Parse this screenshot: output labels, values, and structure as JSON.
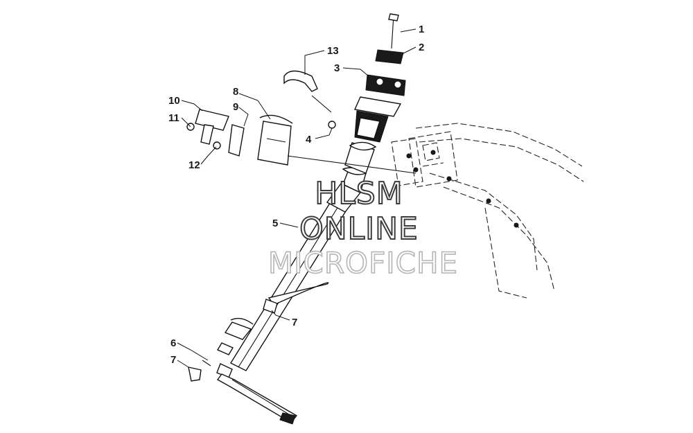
{
  "callouts": {
    "c1": "1",
    "c2": "2",
    "c3": "3",
    "c4": "4",
    "c5": "5",
    "c6": "6",
    "c7a": "7",
    "c7b": "7",
    "c8": "8",
    "c9": "9",
    "c10": "10",
    "c11": "11",
    "c12": "12",
    "c13": "13"
  },
  "watermark": {
    "line1": "HLSM",
    "line2": "ONLINE",
    "line3": "MICROFICHE"
  }
}
